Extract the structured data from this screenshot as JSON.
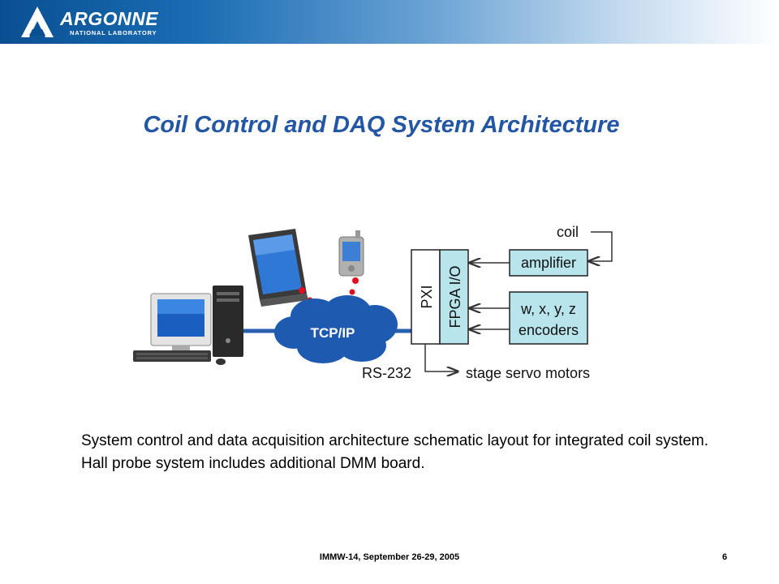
{
  "header": {
    "logo_main": "ARGONNE",
    "logo_sub": "NATIONAL LABORATORY"
  },
  "slide": {
    "title": "Coil Control and DAQ System Architecture",
    "caption": "System control and data acquisition architecture schematic layout for integrated coil system. Hall probe system includes additional DMM board."
  },
  "diagram": {
    "cloud_label": "TCP/IP",
    "pxi_label": "PXI",
    "fpga_label": "FPGA I/O",
    "coil_label": "coil",
    "amplifier_label": "amplifier",
    "encoders_line1": "w, x, y, z",
    "encoders_line2": "encoders",
    "rs232_label": "RS-232",
    "servo_label": "stage servo motors",
    "colors": {
      "box_fill": "#b8e4ec",
      "cloud_fill": "#1e5bb0",
      "wireless_dot": "#e01020",
      "network_line": "#2a5fb0"
    }
  },
  "footer": {
    "text": "IMMW-14, September 26-29, 2005",
    "page_number": "6"
  }
}
